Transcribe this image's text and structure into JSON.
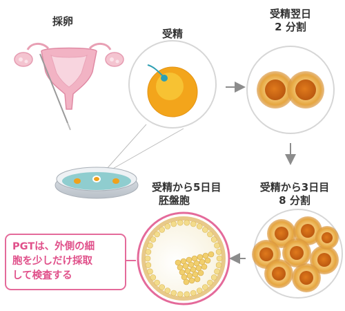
{
  "labels": {
    "retrieval": "採卵",
    "fertilization": "受精",
    "next_day_line1": "受精翌日",
    "next_day_line2": "2 分割",
    "day3_line1": "受精から3日目",
    "day3_line2": "8 分割",
    "day5_line1": "受精から5日目",
    "day5_line2": "胚盤胞"
  },
  "callout": {
    "line1": "PGTは、外側の細",
    "line2": "胞を少しだけ採取",
    "line3": "して検査する"
  },
  "colors": {
    "accent_pink": "#e46a9a",
    "cell_orange": "#e89a1e",
    "nucleus_orange": "#d4731a",
    "arrow_gray": "#8c8c8c",
    "uterus_pink": "#f2b3c4",
    "dish_teal": "#7fc6c8"
  }
}
